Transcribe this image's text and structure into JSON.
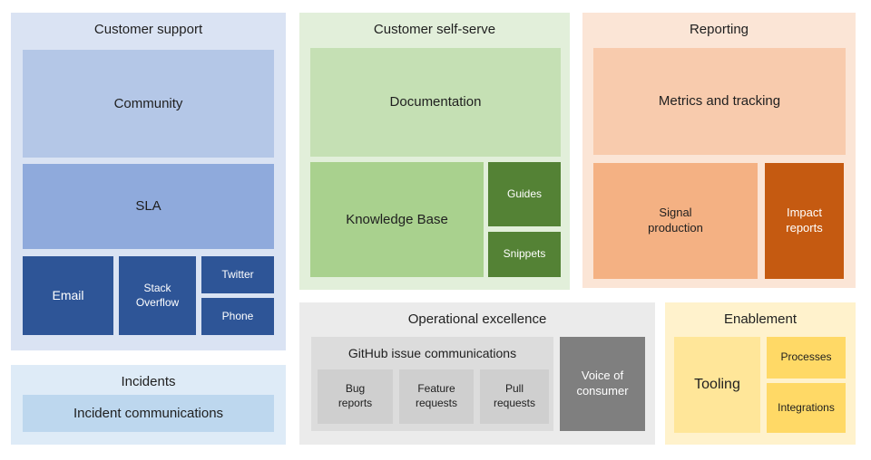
{
  "sections": {
    "customer_support": {
      "title": "Customer support",
      "items": {
        "community": "Community",
        "sla": "SLA",
        "email": "Email",
        "stack_overflow": "Stack Overflow",
        "twitter": "Twitter",
        "phone": "Phone"
      }
    },
    "incidents": {
      "title": "Incidents",
      "items": {
        "incident_communications": "Incident communications"
      }
    },
    "customer_self_serve": {
      "title": "Customer self-serve",
      "items": {
        "documentation": "Documentation",
        "knowledge_base": "Knowledge Base",
        "guides": "Guides",
        "snippets": "Snippets"
      }
    },
    "operational_excellence": {
      "title": "Operational excellence",
      "items": {
        "github_issue_communications": "GitHub issue communications",
        "bug_reports": "Bug reports",
        "feature_requests": "Feature requests",
        "pull_requests": "Pull requests",
        "voice_of_consumer": "Voice of consumer"
      }
    },
    "reporting": {
      "title": "Reporting",
      "items": {
        "metrics_and_tracking": "Metrics and tracking",
        "signal_production": "Signal production",
        "impact_reports": "Impact reports"
      }
    },
    "enablement": {
      "title": "Enablement",
      "items": {
        "tooling": "Tooling",
        "processes": "Processes",
        "integrations": "Integrations"
      }
    }
  },
  "palette": {
    "customer_support_bg": "#dae3f3",
    "community": "#b4c7e7",
    "sla": "#8faadc",
    "support_channels": "#2e5597",
    "incidents_bg": "#deebf7",
    "incident_communications": "#bdd7ee",
    "self_serve_bg": "#e2efda",
    "documentation": "#c5e0b4",
    "knowledge_base": "#a9d18e",
    "guides_snippets": "#548235",
    "operational_bg": "#ebebeb",
    "github_box": "#dcdcdc",
    "github_items": "#cfcfcf",
    "voice_of_consumer": "#7f7f7f",
    "reporting_bg": "#fbe5d6",
    "metrics_and_tracking": "#f8cbad",
    "signal_production": "#f4b183",
    "impact_reports": "#c55a11",
    "enablement_bg": "#fff2cc",
    "tooling": "#ffe699",
    "processes_integrations": "#ffd966",
    "dark_text": "#1f1f1f",
    "light_text": "#ffffff"
  }
}
